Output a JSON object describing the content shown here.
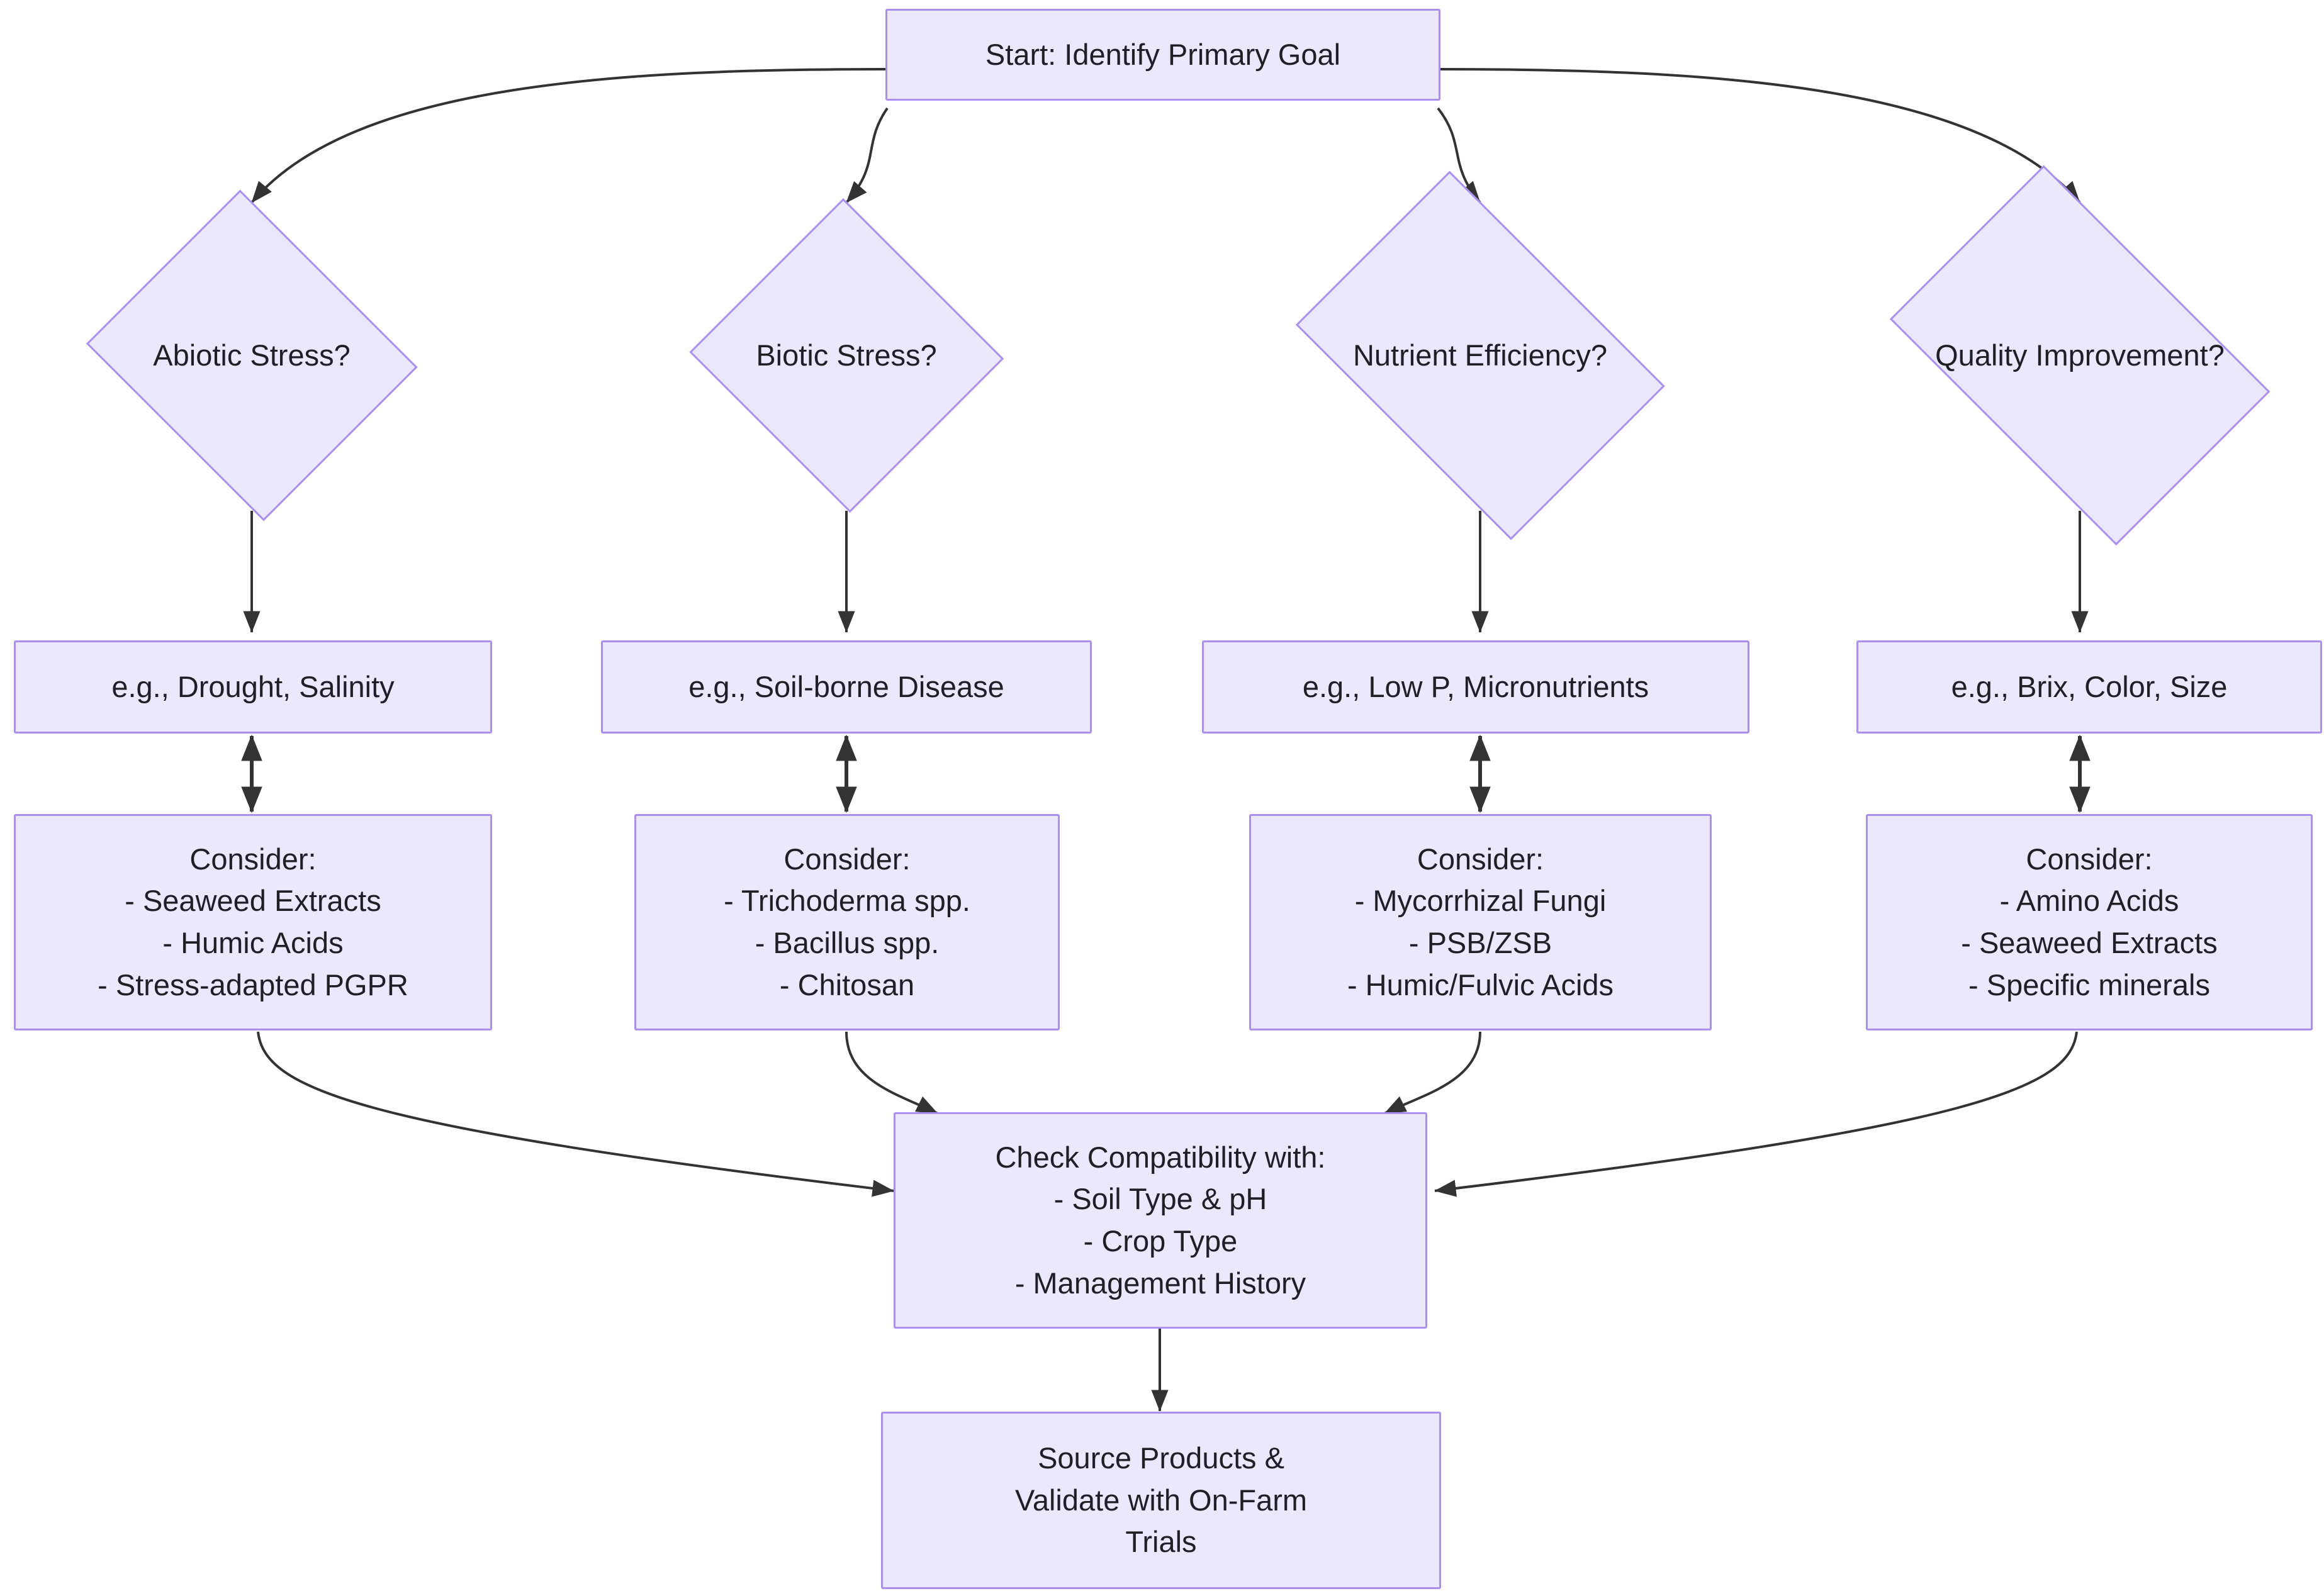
{
  "diagram": {
    "type": "flowchart",
    "title": "Biostimulant Selection Decision Flowchart",
    "orientation": "top-down",
    "colors": {
      "node_fill": "#ebe8fb",
      "node_border": "#a98ff0",
      "edge_stroke": "#333333",
      "text": "#1f1f28",
      "background": "#ffffff"
    }
  },
  "nodes": {
    "start": {
      "id": "start",
      "shape": "rectangle",
      "label": "Start: Identify Primary Goal"
    },
    "decisions": [
      {
        "id": "abiotic",
        "shape": "diamond",
        "label": "Abiotic Stress?"
      },
      {
        "id": "biotic",
        "shape": "diamond",
        "label": "Biotic Stress?"
      },
      {
        "id": "nutrient",
        "shape": "diamond",
        "label": "Nutrient Efficiency?"
      },
      {
        "id": "quality",
        "shape": "diamond",
        "label": "Quality Improvement?"
      }
    ],
    "examples": [
      {
        "id": "ex_abiotic",
        "shape": "rectangle",
        "label": "e.g., Drought, Salinity"
      },
      {
        "id": "ex_biotic",
        "shape": "rectangle",
        "label": "e.g., Soil-borne Disease"
      },
      {
        "id": "ex_nutrient",
        "shape": "rectangle",
        "label": "e.g., Low P, Micronutrients"
      },
      {
        "id": "ex_quality",
        "shape": "rectangle",
        "label": "e.g., Brix, Color, Size"
      }
    ],
    "considerations": [
      {
        "id": "con_abiotic",
        "shape": "rectangle",
        "label": "Consider:\n- Seaweed Extracts\n- Humic Acids\n- Stress-adapted PGPR",
        "heading": "Consider:",
        "items": [
          "- Seaweed Extracts",
          "- Humic Acids",
          "- Stress-adapted PGPR"
        ]
      },
      {
        "id": "con_biotic",
        "shape": "rectangle",
        "label": "Consider:\n- Trichoderma spp.\n- Bacillus spp.\n- Chitosan",
        "heading": "Consider:",
        "items": [
          "- Trichoderma spp.",
          "- Bacillus spp.",
          "- Chitosan"
        ]
      },
      {
        "id": "con_nutrient",
        "shape": "rectangle",
        "label": "Consider:\n- Mycorrhizal Fungi\n- PSB/ZSB\n- Humic/Fulvic Acids",
        "heading": "Consider:",
        "items": [
          "- Mycorrhizal Fungi",
          "- PSB/ZSB",
          "- Humic/Fulvic Acids"
        ]
      },
      {
        "id": "con_quality",
        "shape": "rectangle",
        "label": "Consider:\n- Amino Acids\n- Seaweed Extracts\n- Specific minerals",
        "heading": "Consider:",
        "items": [
          "- Amino Acids",
          "- Seaweed Extracts",
          "- Specific minerals"
        ]
      }
    ],
    "compatibility": {
      "id": "compat",
      "shape": "rectangle",
      "label": "Check Compatibility with:\n- Soil Type & pH\n- Crop Type\n- Management History",
      "heading": "Check Compatibility with:",
      "items": [
        "- Soil Type & pH",
        "- Crop Type",
        "- Management History"
      ]
    },
    "final": {
      "id": "final",
      "shape": "rectangle",
      "label": "Source Products &\nValidate with On-Farm\nTrials"
    }
  },
  "edges": [
    {
      "from": "start",
      "to": "abiotic",
      "style": "curved",
      "arrow": "single"
    },
    {
      "from": "start",
      "to": "biotic",
      "style": "curved",
      "arrow": "single"
    },
    {
      "from": "start",
      "to": "nutrient",
      "style": "curved",
      "arrow": "single"
    },
    {
      "from": "start",
      "to": "quality",
      "style": "curved",
      "arrow": "single"
    },
    {
      "from": "abiotic",
      "to": "ex_abiotic",
      "style": "straight",
      "arrow": "single"
    },
    {
      "from": "biotic",
      "to": "ex_biotic",
      "style": "straight",
      "arrow": "single"
    },
    {
      "from": "nutrient",
      "to": "ex_nutrient",
      "style": "straight",
      "arrow": "single"
    },
    {
      "from": "quality",
      "to": "ex_quality",
      "style": "straight",
      "arrow": "single"
    },
    {
      "from": "ex_abiotic",
      "to": "con_abiotic",
      "style": "straight",
      "arrow": "double"
    },
    {
      "from": "ex_biotic",
      "to": "con_biotic",
      "style": "straight",
      "arrow": "double"
    },
    {
      "from": "ex_nutrient",
      "to": "con_nutrient",
      "style": "straight",
      "arrow": "double"
    },
    {
      "from": "ex_quality",
      "to": "con_quality",
      "style": "straight",
      "arrow": "double"
    },
    {
      "from": "con_abiotic",
      "to": "compat",
      "style": "curved",
      "arrow": "single"
    },
    {
      "from": "con_biotic",
      "to": "compat",
      "style": "curved",
      "arrow": "single"
    },
    {
      "from": "con_nutrient",
      "to": "compat",
      "style": "curved",
      "arrow": "single"
    },
    {
      "from": "con_quality",
      "to": "compat",
      "style": "curved",
      "arrow": "single"
    },
    {
      "from": "compat",
      "to": "final",
      "style": "straight",
      "arrow": "single"
    }
  ]
}
